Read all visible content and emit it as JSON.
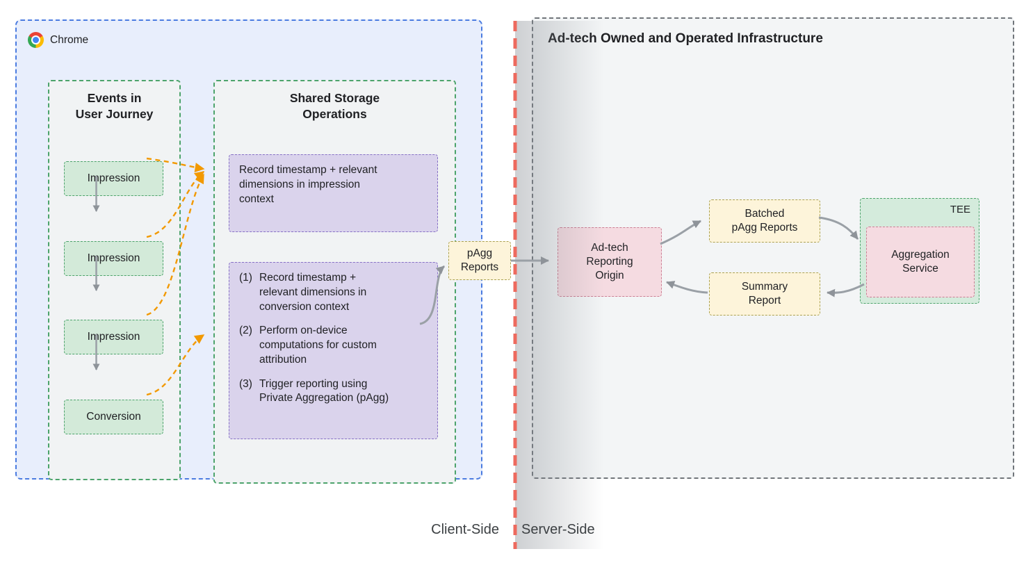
{
  "colors": {
    "chrome_blue_border": "#4a7be0",
    "chrome_bg": "#e8eefc",
    "green_border": "#4ca36b",
    "green_bg": "#d3ead9",
    "purple_border": "#8670c5",
    "purple_bg": "#dad3ec",
    "yellow_border": "#aba14f",
    "yellow_bg": "#fdf4da",
    "pink_border": "#cb7e93",
    "pink_bg": "#f5dbe1",
    "gray_arrow": "#9aa0a6",
    "orange_arrow": "#f29900",
    "red_divider": "#ed6a5e"
  },
  "chrome": {
    "label": "Chrome",
    "events_panel": {
      "title": "Events in\nUser Journey",
      "events": [
        {
          "label": "Impression"
        },
        {
          "label": "Impression"
        },
        {
          "label": "Impression"
        },
        {
          "label": "Conversion"
        }
      ]
    },
    "storage_panel": {
      "title": "Shared Storage\nOperations",
      "impression_op": "Record timestamp + relevant\ndimensions in impression\ncontext",
      "ops": [
        {
          "num": "(1)",
          "text": "Record timestamp +\nrelevant dimensions in\nconversion context"
        },
        {
          "num": "(2)",
          "text": "Perform on-device\ncomputations for custom\nattribution"
        },
        {
          "num": "(3)",
          "text": "Trigger reporting using\nPrivate Aggregation (pAgg)"
        }
      ]
    }
  },
  "pagg_reports": {
    "label": "pAgg\nReports"
  },
  "adtech": {
    "title": "Ad-tech Owned and Operated Infrastructure",
    "reporting_origin": "Ad-tech\nReporting\nOrigin",
    "batched_reports": "Batched\npAgg Reports",
    "summary_report": "Summary\nReport",
    "tee": "TEE",
    "aggregation_service": "Aggregation\nService"
  },
  "footer": {
    "client_label": "Client-Side",
    "server_label": "Server-Side"
  }
}
